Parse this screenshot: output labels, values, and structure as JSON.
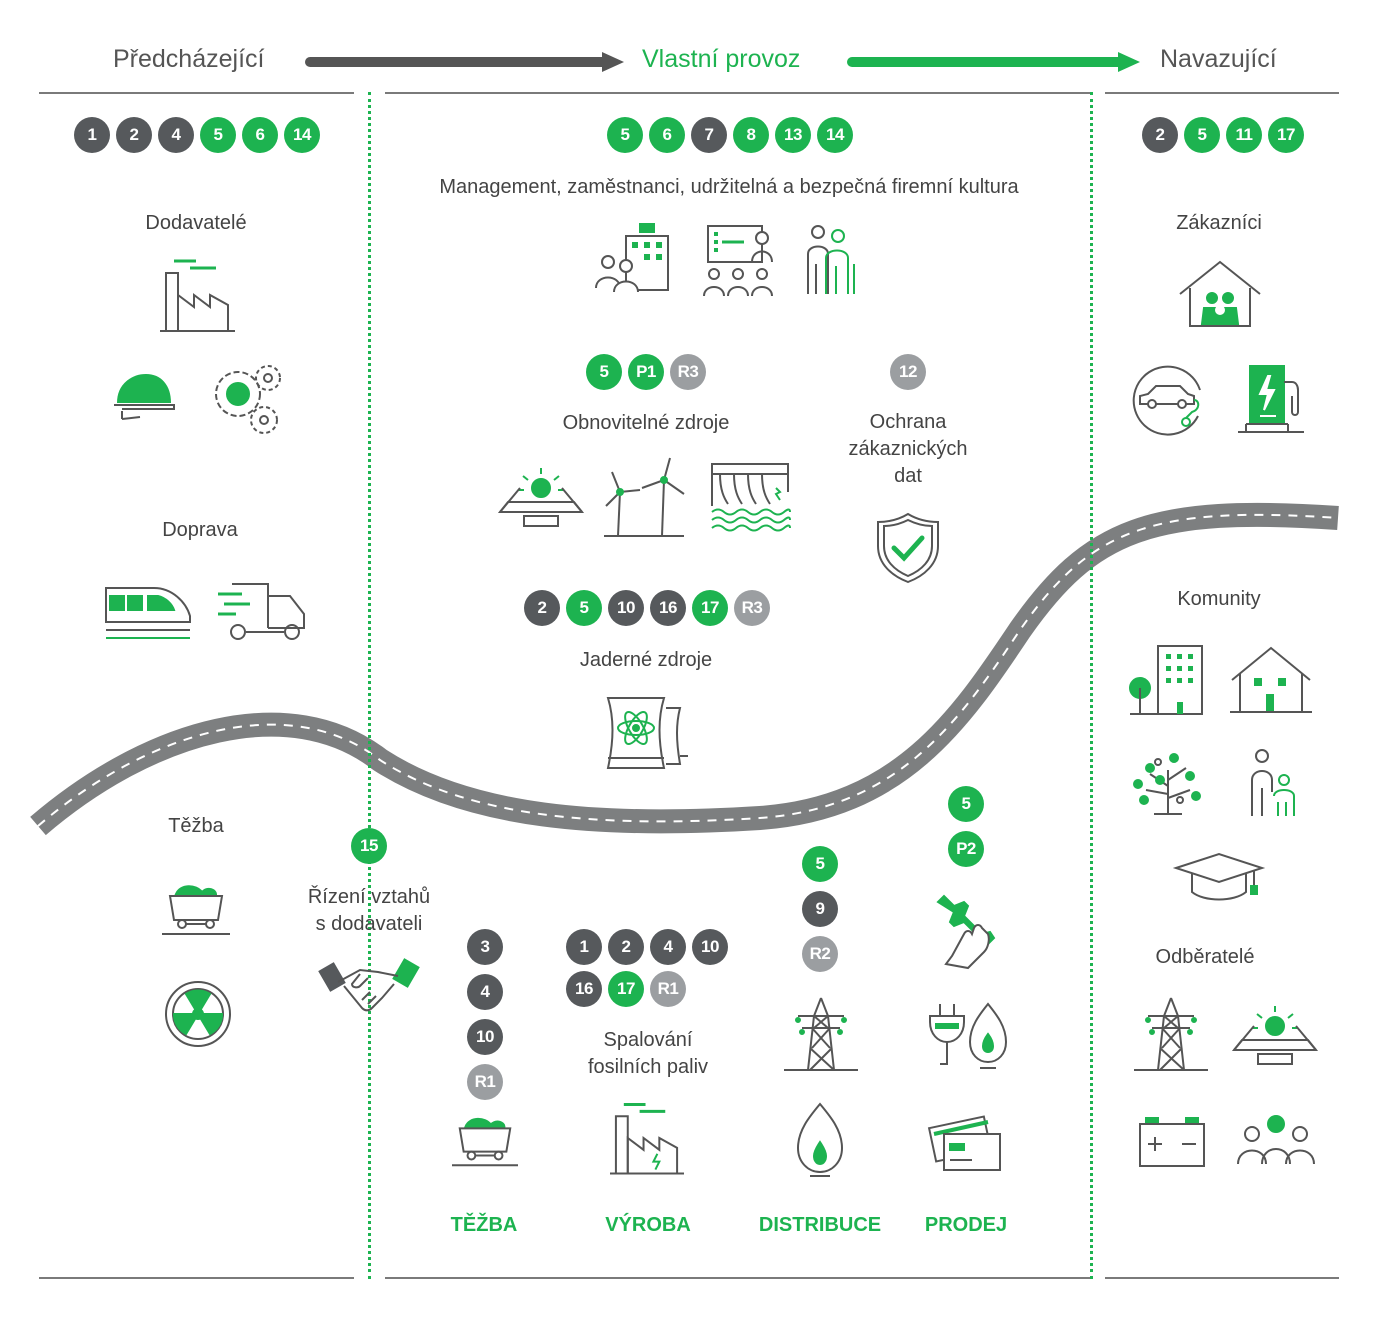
{
  "header": {
    "upstream": "Předcházející",
    "own": "Vlastní provoz",
    "downstream": "Navazující"
  },
  "upstream": {
    "badges": [
      {
        "label": "1",
        "color": "dark"
      },
      {
        "label": "2",
        "color": "dark"
      },
      {
        "label": "4",
        "color": "dark"
      },
      {
        "label": "5",
        "color": "green"
      },
      {
        "label": "6",
        "color": "green"
      },
      {
        "label": "14",
        "color": "green"
      }
    ],
    "suppliers_title": "Dodavatelé",
    "transport_title": "Doprava",
    "mining_title": "Těžba"
  },
  "supplier_relations": {
    "badges": [
      {
        "label": "15",
        "color": "green"
      }
    ],
    "title_line1": "Řízení vztahů",
    "title_line2": "s dodavateli"
  },
  "own": {
    "badges": [
      {
        "label": "5",
        "color": "green"
      },
      {
        "label": "6",
        "color": "green"
      },
      {
        "label": "7",
        "color": "dark"
      },
      {
        "label": "8",
        "color": "green"
      },
      {
        "label": "13",
        "color": "green"
      },
      {
        "label": "14",
        "color": "green"
      }
    ],
    "culture_title": "Management, zaměstnanci, udržitelná a bezpečná firemní kultura",
    "renewables": {
      "badges": [
        {
          "label": "5",
          "color": "green"
        },
        {
          "label": "P1",
          "color": "green"
        },
        {
          "label": "R3",
          "color": "grey"
        }
      ],
      "title": "Obnovitelné zdroje"
    },
    "data_protection": {
      "badges": [
        {
          "label": "12",
          "color": "grey"
        }
      ],
      "title_line1": "Ochrana",
      "title_line2": "zákaznických",
      "title_line3": "dat"
    },
    "nuclear": {
      "badges": [
        {
          "label": "2",
          "color": "dark"
        },
        {
          "label": "5",
          "color": "green"
        },
        {
          "label": "10",
          "color": "dark"
        },
        {
          "label": "16",
          "color": "dark"
        },
        {
          "label": "17",
          "color": "green"
        },
        {
          "label": "R3",
          "color": "grey"
        }
      ],
      "title": "Jaderné zdroje"
    },
    "mining_badges": [
      {
        "label": "3",
        "color": "dark"
      },
      {
        "label": "4",
        "color": "dark"
      },
      {
        "label": "10",
        "color": "dark"
      },
      {
        "label": "R1",
        "color": "grey"
      }
    ],
    "fossil": {
      "badges_row1": [
        {
          "label": "1",
          "color": "dark"
        },
        {
          "label": "2",
          "color": "dark"
        },
        {
          "label": "4",
          "color": "dark"
        },
        {
          "label": "10",
          "color": "dark"
        }
      ],
      "badges_row2": [
        {
          "label": "16",
          "color": "dark"
        },
        {
          "label": "17",
          "color": "green"
        },
        {
          "label": "R1",
          "color": "grey"
        }
      ],
      "title_line1": "Spalování",
      "title_line2": "fosilních paliv"
    },
    "distribution_badges": [
      {
        "label": "5",
        "color": "green"
      },
      {
        "label": "9",
        "color": "dark"
      },
      {
        "label": "R2",
        "color": "grey"
      }
    ],
    "sales_badges": [
      {
        "label": "5",
        "color": "green"
      },
      {
        "label": "P2",
        "color": "green"
      }
    ],
    "stages": {
      "mining": "TĚŽBA",
      "production": "VÝROBA",
      "distribution": "DISTRIBUCE",
      "sales": "PRODEJ"
    }
  },
  "downstream": {
    "badges": [
      {
        "label": "2",
        "color": "dark"
      },
      {
        "label": "5",
        "color": "green"
      },
      {
        "label": "11",
        "color": "green"
      },
      {
        "label": "17",
        "color": "green"
      }
    ],
    "customers_title": "Zákazníci",
    "communities_title": "Komunity",
    "offtakers_title": "Odběratelé"
  },
  "colors": {
    "green": "#1db350",
    "dark": "#56595c",
    "grey": "#9b9ea1",
    "line": "#555555"
  }
}
